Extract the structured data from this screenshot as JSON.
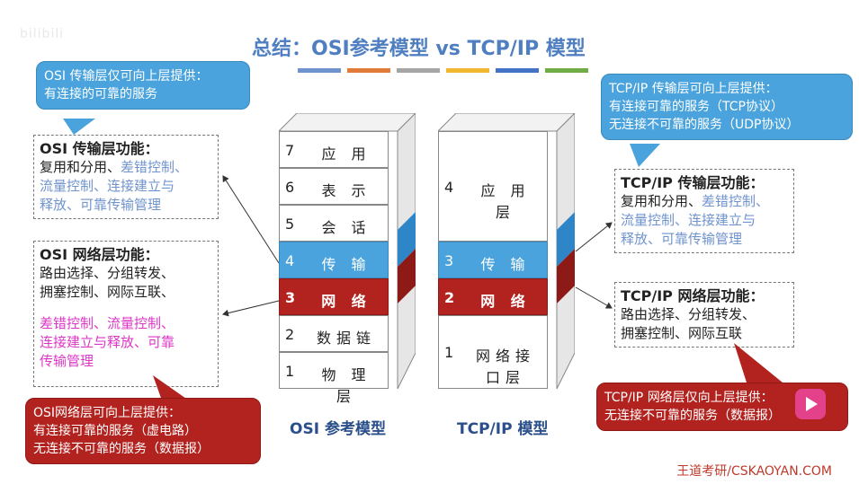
{
  "watermark": "bilibili",
  "title": "总结：OSI参考模型 vs TCP/IP 模型",
  "stripe_colors": [
    "#6f93cc",
    "#e07b39",
    "#a5a5a5",
    "#f2b731",
    "#4472c4",
    "#70ad47"
  ],
  "osi": {
    "label": "OSI 参考模型",
    "layers": [
      {
        "num": "7",
        "name": "应 用 层"
      },
      {
        "num": "6",
        "name": "表 示 层"
      },
      {
        "num": "5",
        "name": "会 话 层"
      },
      {
        "num": "4",
        "name": "传 输 层"
      },
      {
        "num": "3",
        "name": "网 络 层"
      },
      {
        "num": "2",
        "name": "数据链路层"
      },
      {
        "num": "1",
        "name": "物 理 层"
      }
    ]
  },
  "tcpip": {
    "label": "TCP/IP 模型",
    "layers": [
      {
        "num": "4",
        "name": "应 用 层"
      },
      {
        "num": "3",
        "name": "传 输 层"
      },
      {
        "num": "2",
        "name": "网 络 层"
      },
      {
        "num": "1",
        "name": "网络接口层"
      }
    ]
  },
  "osi_transport_callout": {
    "line1": "OSI 传输层仅可向上层提供：",
    "line2": "有连接的可靠的服务"
  },
  "osi_transport_box": {
    "head": "OSI 传输层功能：",
    "l1a": "复用和分用、",
    "l1b": "差错控制、",
    "l2": "流量控制、连接建立与",
    "l3": "释放、可靠传输管理"
  },
  "osi_network_box": {
    "head": "OSI 网络层功能：",
    "l1": "路由选择、分组转发、",
    "l2": "拥塞控制、网际互联、",
    "l3": "差错控制、流量控制、",
    "l4": "连接建立与释放、可靠",
    "l5": "传输管理"
  },
  "osi_network_callout": {
    "line1": "OSI网络层可向上层提供：",
    "line2": "有连接可靠的服务（虚电路）",
    "line3": "无连接不可靠的服务（数据报）"
  },
  "tcp_transport_callout": {
    "line1": "TCP/IP 传输层可向上层提供：",
    "line2": "有连接可靠的服务（TCP协议）",
    "line3": "无连接不可靠的服务（UDP协议）"
  },
  "tcp_transport_box": {
    "head": "TCP/IP 传输层功能：",
    "l1a": "复用和分用、",
    "l1b": "差错控制、",
    "l2": "流量控制、连接建立与",
    "l3": "释放、可靠传输管理"
  },
  "tcp_network_box": {
    "head": "TCP/IP 网络层功能：",
    "l1": "路由选择、分组转发、",
    "l2": "拥塞控制、网际互联"
  },
  "tcp_network_callout": {
    "line1": "TCP/IP 网络层仅向上层提供：",
    "line2": "无连接不可靠的服务（数据报）"
  },
  "footer": "王道考研/CSKAOYAN.COM"
}
